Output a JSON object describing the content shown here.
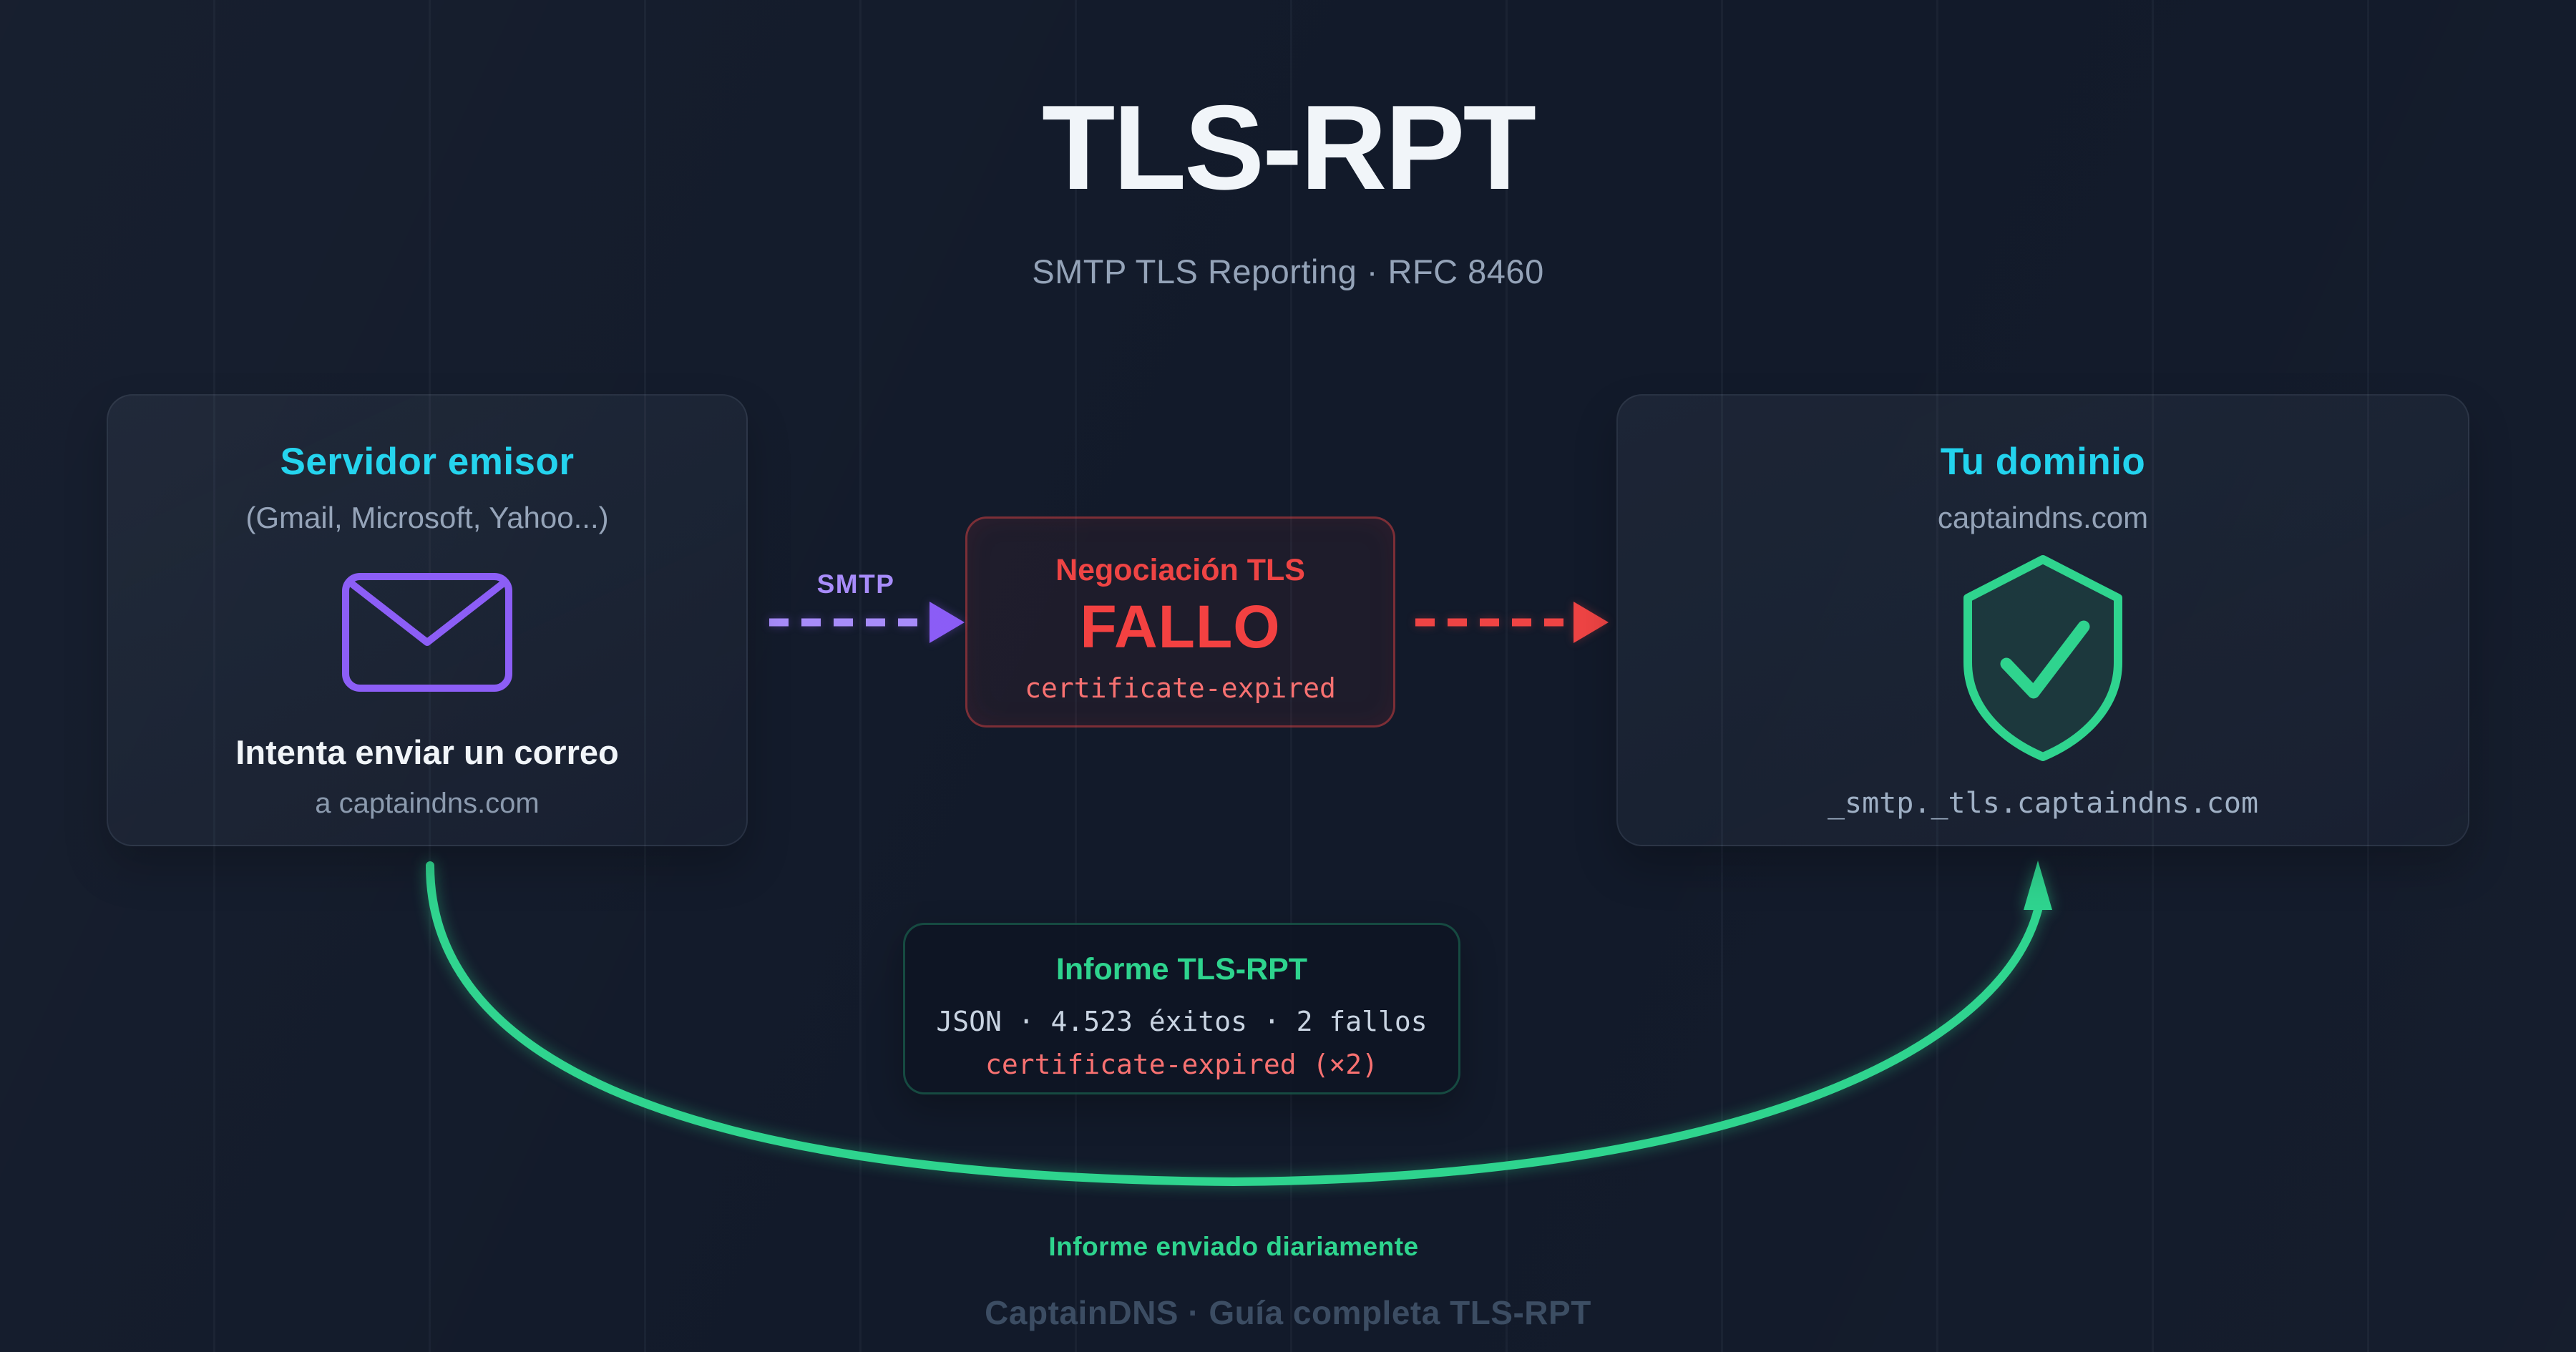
{
  "header": {
    "title": "TLS-RPT",
    "subtitle": "SMTP TLS Reporting · RFC 8460"
  },
  "sender_card": {
    "title": "Servidor emisor",
    "subtitle": "(Gmail, Microsoft, Yahoo...)",
    "icon": "envelope-icon",
    "action": "Intenta enviar un correo",
    "target": "a captaindns.com"
  },
  "smtp_arrow": {
    "label": "SMTP"
  },
  "tls_card": {
    "title": "Negociación TLS",
    "status": "FALLO",
    "error_code": "certificate-expired"
  },
  "domain_card": {
    "title": "Tu dominio",
    "domain": "captaindns.com",
    "icon": "shield-check-icon",
    "dns_record": "_smtp._tls.captaindns.com"
  },
  "report_card": {
    "title": "Informe TLS-RPT",
    "summary": "JSON · 4.523 éxitos · 2 fallos",
    "failure_detail": "certificate-expired (×2)"
  },
  "report_arrow": {
    "label": "Informe enviado diariamente"
  },
  "footer": {
    "text": "CaptainDNS · Guía completa TLS-RPT"
  },
  "colors": {
    "bg": "#121a2a",
    "cyan": "#22d3ee",
    "purple": "#8b5cf6",
    "purple-light": "#a78bfa",
    "red": "#ef4444",
    "red-soft": "#f87171",
    "green": "#2ed48e",
    "slate": "#94a3b8",
    "white": "#f1f5f9",
    "dim": "#3c4d63"
  }
}
